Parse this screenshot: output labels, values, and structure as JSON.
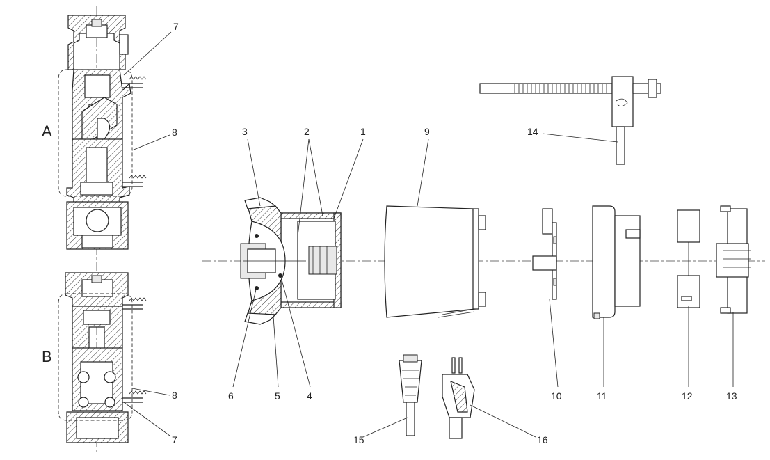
{
  "labels": {
    "section_a": "A",
    "section_b": "B",
    "p1": "1",
    "p2": "2",
    "p3": "3",
    "p4": "4",
    "p5": "5",
    "p6": "6",
    "p7_top": "7",
    "p7_bottom": "7",
    "p8_top": "8",
    "p8_bottom": "8",
    "p9": "9",
    "p10": "10",
    "p11": "11",
    "p12": "12",
    "p13": "13",
    "p14": "14",
    "p15": "15",
    "p16": "16"
  }
}
